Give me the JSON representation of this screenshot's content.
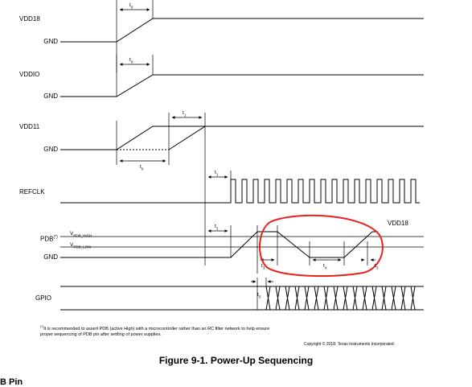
{
  "signals": {
    "vdd18": "VDD18",
    "vddio": "VDDIO",
    "vdd11": "VDD11",
    "refclk": "REFCLK",
    "pdb": "PDB",
    "pdb_note_mark": "(*)",
    "gpio": "GPIO"
  },
  "levels": {
    "gnd": "GND",
    "vpdb_high": "V",
    "vpdb_high_sub": "PDB_HIGH",
    "vpdb_low": "V",
    "vpdb_low_sub": "PDB_LOW",
    "vdd18_ref": "VDD18"
  },
  "timing_labels": {
    "t0": "t",
    "t0_sub": "0",
    "t1": "t",
    "t1_sub": "1",
    "t2": "t",
    "t2_sub": "2",
    "t3": "t",
    "t3_sub": "3",
    "t4": "t",
    "t4_sub": "4",
    "t5": "t",
    "t5_sub": "5"
  },
  "footnote": {
    "mark": "(*)",
    "line1": "It is recommended to assert PDB (active High) with a microcontroller rather than an RC filter network to help ensure",
    "line2": "proper sequencing of PDB pin after settling of power supplies."
  },
  "copyright": "Copyright © 2018, Texas Instruments Incorporated",
  "caption": "Figure 9-1. Power-Up Sequencing",
  "next_section": "B Pin",
  "colors": {
    "trace": "#000000",
    "dotted": "#000000",
    "highlight": "#e8211d"
  }
}
